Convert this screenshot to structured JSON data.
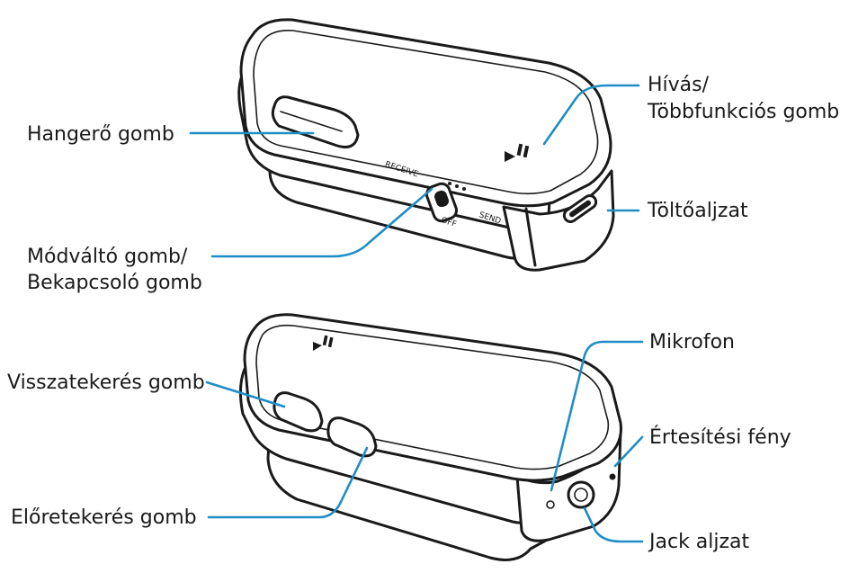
{
  "labels": {
    "volume": "Hangerő gomb",
    "call_line1": "Hívás/",
    "call_line2": "Többfunkciós gomb",
    "charger": "Töltőaljzat",
    "mode_line1": "Módváltó gomb/",
    "mode_line2": "Bekapcsoló gomb",
    "rewind": "Visszatekerés gomb",
    "forward": "Előretekerés gomb",
    "mic": "Mikrofon",
    "notify": "Értesítési fény",
    "jack": "Jack aljzat"
  },
  "switch_marks": {
    "receive": "RECEIVE",
    "off": "OFF",
    "send": "SEND"
  },
  "colors": {
    "leader": "#1f8dc6",
    "outline": "#1a1a1a",
    "background": "#ffffff"
  },
  "icons": {
    "call_button": "play-pause-icon"
  }
}
